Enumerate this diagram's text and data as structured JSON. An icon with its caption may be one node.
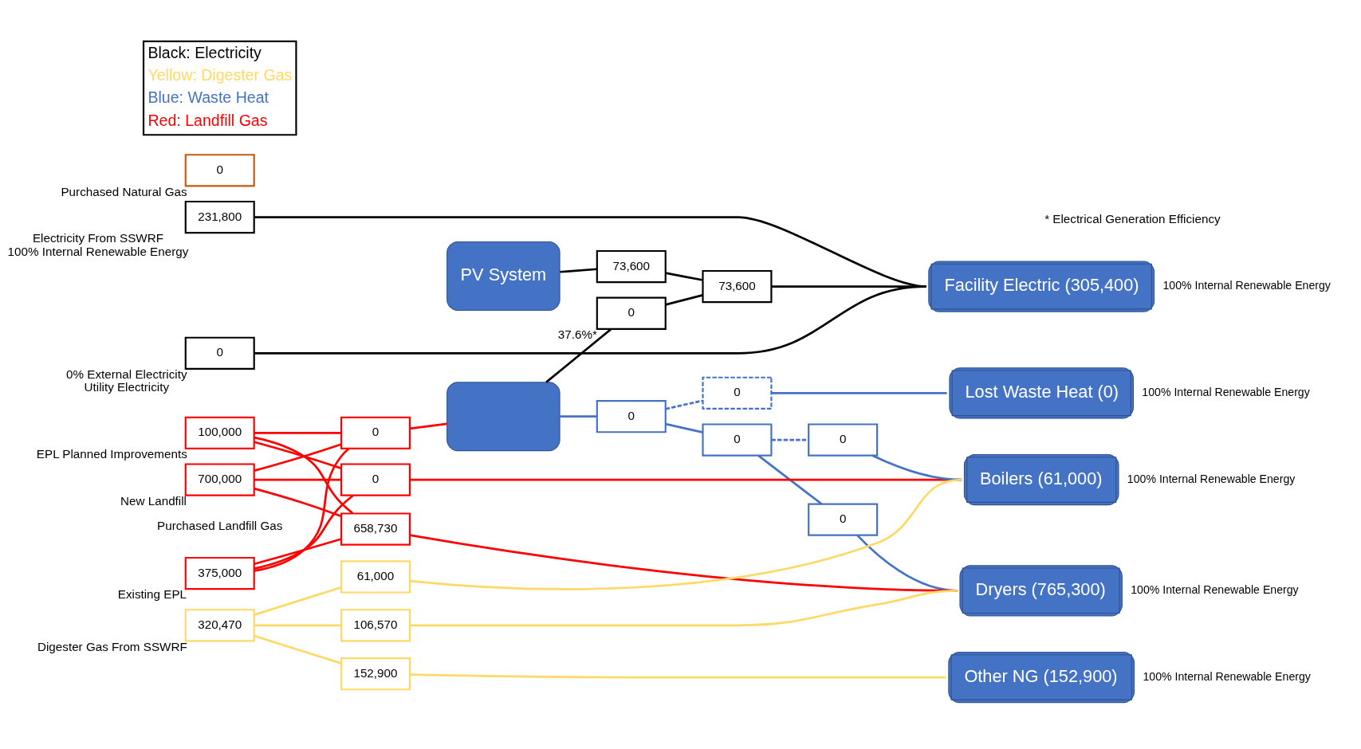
{
  "diagram": {
    "nodes": [
      {
        "text": [
          "0"
        ],
        "beside": [
          "0% External Electricity",
          "Utility Electricity"
        ]
      },
      {
        "text": [
          "231,800"
        ],
        "beside": [
          "Electricity From SSWRF",
          "100% Internal Renewable Energy"
        ]
      },
      {
        "text": [
          "Facility Electric (305,400)"
        ],
        "beside": [
          "100% Internal Renewable Energy"
        ]
      },
      {
        "text": [
          "73,600"
        ]
      },
      {
        "text": [
          "PV System"
        ]
      },
      {
        "text": [
          "73,600"
        ]
      },
      {
        "text": [
          "375,000"
        ],
        "beside": [
          "Existing EPL"
        ]
      },
      {
        "text": [
          "100,000"
        ],
        "beside": [
          "EPL Planned Improvements"
        ]
      },
      {
        "text": [
          "700,000"
        ],
        "beside": [
          "New Landfill"
        ]
      },
      {
        "text": [
          "0"
        ]
      },
      {
        "text": [],
        "shape": "box"
      },
      {
        "text": [
          "0"
        ],
        "beside": [
          "37.6%*"
        ]
      },
      {
        "text": [
          "0"
        ]
      },
      {
        "text": [
          "Lost Waste Heat (0)"
        ],
        "beside": [
          "100% Internal Renewable Energy"
        ]
      },
      {
        "text": [
          "0"
        ]
      },
      {
        "text": [
          "0"
        ]
      },
      {
        "text": [
          "Dryers (765,300)"
        ],
        "beside": [
          "100% Internal Renewable Energy"
        ]
      },
      {
        "text": [
          "0"
        ]
      },
      {
        "text": [
          "658,730"
        ]
      },
      {
        "text": [
          "0"
        ],
        "beside": [
          "Purchased Natural Gas"
        ]
      },
      {
        "text": [
          "0"
        ]
      },
      {
        "text": [
          "106,570"
        ]
      },
      {
        "text": [
          "Boilers (61,000)"
        ],
        "beside": [
          "100% Internal Renewable Energy"
        ]
      },
      {
        "text": [
          "0"
        ]
      },
      {
        "text": [
          "320,470"
        ],
        "beside": [
          "Digester Gas From SSWRF"
        ]
      },
      {
        "text": [
          "61,000"
        ]
      },
      {
        "text": [
          "Other NG (152,900)"
        ],
        "beside": [
          "100% Internal Renewable Energy"
        ]
      },
      {
        "text": [
          "152,900"
        ]
      }
    ],
    "edges": [
      {
        "from": 0,
        "to": 2,
        "arrow": "none",
        "color": "#000000"
      },
      {
        "from": 1,
        "to": 2,
        "arrow": "none",
        "color": "#000000"
      },
      {
        "from": 4,
        "to": 5,
        "arrow": "none",
        "color": "#000000"
      },
      {
        "from": 5,
        "to": 3,
        "arrow": "none",
        "color": "#000000"
      },
      {
        "from": 11,
        "to": 3,
        "arrow": "none",
        "color": "#000000"
      },
      {
        "from": 3,
        "to": 2,
        "arrow": "none",
        "color": "#000000"
      },
      {
        "from": 6,
        "to": 9,
        "arrow": "none"
      },
      {
        "from": 7,
        "to": 9,
        "arrow": "none"
      },
      {
        "from": 8,
        "to": 9,
        "arrow": "none"
      },
      {
        "from": 6,
        "to": 18,
        "arrow": "none"
      },
      {
        "from": 7,
        "to": 18,
        "arrow": "none"
      },
      {
        "from": 8,
        "to": 18,
        "arrow": "none"
      },
      {
        "from": 6,
        "to": 20,
        "arrow": "none"
      },
      {
        "from": 7,
        "to": 20,
        "arrow": "none"
      },
      {
        "from": 8,
        "to": 20,
        "arrow": "none"
      },
      {
        "from": 9,
        "to": 10,
        "arrow": "none"
      },
      {
        "from": 10,
        "to": 11,
        "arrow": "none",
        "color": "#000000"
      },
      {
        "from": 18,
        "to": 16,
        "arrow": "none"
      },
      {
        "from": 20,
        "to": 22,
        "arrow": "none"
      },
      {
        "from": 10,
        "to": 12,
        "arrow": "none",
        "color": "#4472c4"
      },
      {
        "from": 12,
        "to": 14,
        "arrow": "none",
        "style": "dashed",
        "color": "#4472c4"
      },
      {
        "from": 14,
        "to": 13,
        "arrow": "none",
        "color": "#4472c4"
      },
      {
        "from": 12,
        "to": 15,
        "arrow": "none",
        "color": "#4472c4"
      },
      {
        "from": 15,
        "to": 17,
        "arrow": "none",
        "color": "#4472c4"
      },
      {
        "from": 15,
        "to": 23,
        "arrow": "none",
        "style": "dashed",
        "color": "#4472c4"
      },
      {
        "from": 17,
        "to": 16,
        "arrow": "none",
        "color": "#4472c4"
      },
      {
        "from": 23,
        "to": 22,
        "arrow": "none",
        "color": "#4472c4"
      },
      {
        "from": 24,
        "to": 21,
        "arrow": "none",
        "color": "#ffd966"
      },
      {
        "from": 24,
        "to": 25,
        "arrow": "none",
        "color": "#ffd966"
      },
      {
        "from": 24,
        "to": 27,
        "arrow": "none",
        "color": "#ffd966"
      },
      {
        "from": 21,
        "to": 16,
        "arrow": "none",
        "color": "#ffd966"
      },
      {
        "from": 25,
        "to": 22,
        "arrow": "none",
        "color": "#ffd966"
      },
      {
        "from": 27,
        "to": 26,
        "arrow": "none",
        "color": "#ffd966"
      }
    ],
    "labels": [
      "Purchased Landfill Gas",
      "* Electrical Generation Efficiency"
    ],
    "legend": [
      {
        "text": "Black: Electricity",
        "color": "#000000"
      },
      {
        "text": "Yellow: Digester Gas",
        "color": "#ffd966"
      },
      {
        "text": "Blue: Waste Heat",
        "color": "#4472c4"
      },
      {
        "text": "Red: Landfill Gas",
        "color": "#ff0000"
      }
    ]
  }
}
